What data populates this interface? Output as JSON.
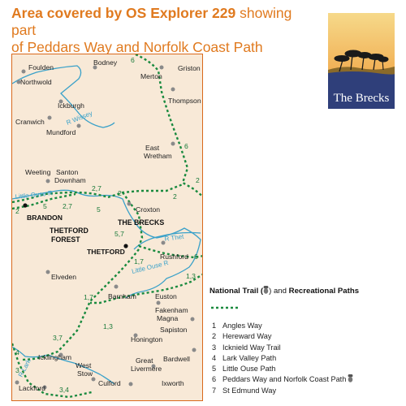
{
  "header": {
    "title_bold": "Area covered by OS Explorer 229",
    "title_rest": " showing part",
    "title_line2": "of Peddars Way and Norfolk Coast Path"
  },
  "thumbnail": {
    "label": "The Brecks",
    "icon": "trees-landscape-icon"
  },
  "map": {
    "places": {
      "foulden": "Foulden",
      "bodney": "Bodney",
      "merton": "Merton",
      "griston": "Griston",
      "northwold": "Northwold",
      "thompson": "Thompson",
      "ickburgh": "Ickburgh",
      "cranwich": "Cranwich",
      "mundford": "Mundford",
      "east_wretham": [
        "East",
        "Wretham"
      ],
      "weeting": "Weeting",
      "santon_downham": [
        "Santon",
        "Downham"
      ],
      "brandon": "BRANDON",
      "croxton": "Croxton",
      "the_brecks": "THE BRECKS",
      "thetford_forest": [
        "THETFORD",
        "FOREST"
      ],
      "thetford": "THETFORD",
      "rushford": "Rushford",
      "elveden": "Elveden",
      "barnham": "Barnham",
      "euston": "Euston",
      "fakenham_magna": [
        "Fakenham",
        "Magna"
      ],
      "sapiston": "Sapiston",
      "honington": "Honington",
      "bardwell": "Bardwell",
      "icklingham": "Icklingham",
      "great_livermere": [
        "Great",
        "Livermere"
      ],
      "west_stow": [
        "West",
        "Stow"
      ],
      "lackford": "Lackford",
      "culford": "Culford",
      "ixworth": "Ixworth"
    },
    "rivers": {
      "wissey": "R Wissey",
      "little_ouse_w": "Little Ouse R",
      "thet": "R Thet",
      "little_ouse_e": "Little Ouse R",
      "lark": "R Lark"
    },
    "route_numbers": {
      "n6_top": "6",
      "n6_mid": "6",
      "n2_right1": "2",
      "n2_right2": "2",
      "n2_left": "2",
      "n27_a": "2,7",
      "n27_b": "2,7",
      "n5_a": "5",
      "n5_b": "5",
      "n2_croxton": "2",
      "n57": "5,7",
      "n6_right": "6",
      "n17_a": "1,7",
      "n13_a": "1,3",
      "n17_b": "1,7",
      "n13_b": "1,3",
      "n37": "3,7",
      "n4": "4",
      "n3": "3",
      "n34": "3,4"
    }
  },
  "legend": {
    "title_a": "National Trail (",
    "title_b": ") and ",
    "title_c": "Recreational Paths",
    "items": [
      {
        "num": "1",
        "name": "Angles Way"
      },
      {
        "num": "2",
        "name": "Hereward Way"
      },
      {
        "num": "3",
        "name": "Icknield Way Trail"
      },
      {
        "num": "4",
        "name": "Lark Valley Path"
      },
      {
        "num": "5",
        "name": "Little Ouse Path"
      },
      {
        "num": "6",
        "name": "Peddars Way and Norfolk Coast Path"
      },
      {
        "num": "7",
        "name": "St Edmund Way"
      }
    ]
  },
  "colors": {
    "accent": "#e07a1f",
    "route": "#1a8a3f",
    "river": "#3aa1c9",
    "land": "#f8e9d7"
  }
}
